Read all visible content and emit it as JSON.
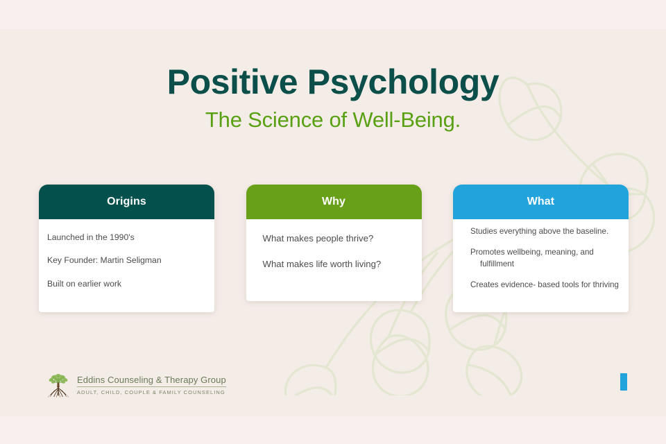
{
  "slide": {
    "background_color": "#f4ece7",
    "band_color": "#f8f0ee"
  },
  "header": {
    "title": "Positive Psychology",
    "subtitle": "The Science of Well-Being.",
    "title_color": "#0c4f4a",
    "subtitle_color": "#59a113"
  },
  "cards": [
    {
      "id": "origins",
      "title": "Origins",
      "header_color": "#04504c",
      "items": [
        "Launched in the 1990's",
        "Key Founder: Martin Seligman",
        "Built on earlier work"
      ]
    },
    {
      "id": "why",
      "title": "Why",
      "header_color": "#68a019",
      "items": [
        "What makes people thrive?",
        "What makes life worth living?"
      ]
    },
    {
      "id": "what",
      "title": "What",
      "header_color": "#23a3dc",
      "items": [
        "Studies everything above the baseline.",
        "Promotes wellbeing, meaning, and fulfillment",
        "Creates evidence- based tools for thriving"
      ]
    }
  ],
  "logo": {
    "name": "Eddins Counseling & Therapy Group",
    "tagline": "ADULT, CHILD, COUPLE & FAMILY COUNSELING",
    "icon": "tree-with-roots-icon"
  },
  "accent": {
    "color": "#23a3dc"
  },
  "decoration": {
    "watermark": "leaf-branch-outline-watermark",
    "watermark_color": "#e4e7d2"
  }
}
